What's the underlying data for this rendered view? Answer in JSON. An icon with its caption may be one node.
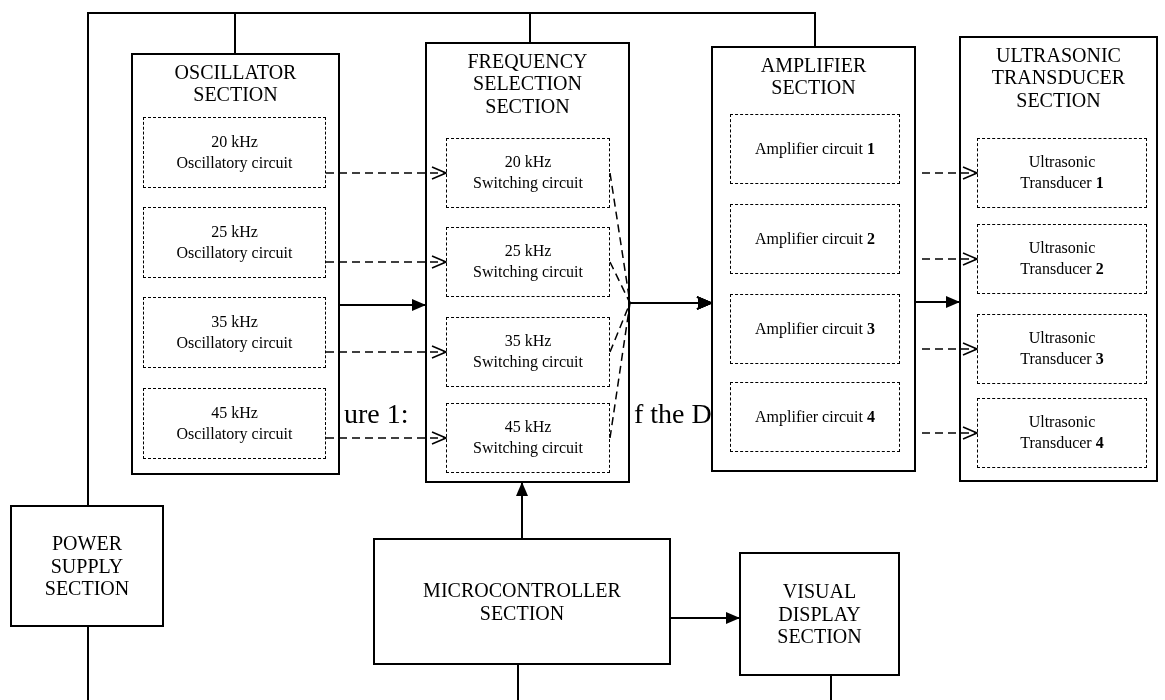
{
  "diagram": {
    "nodes": [
      {
        "text": [
          "OSCILLATOR SECTION"
        ]
      },
      {
        "text": [
          "20 kHz",
          "Oscillatory circuit"
        ],
        "in": 0
      },
      {
        "text": [
          "25 kHz",
          "Oscillatory circuit"
        ],
        "in": 0
      },
      {
        "text": [
          "35 kHz",
          "Oscillatory circuit"
        ],
        "in": 0
      },
      {
        "text": [
          "45 kHz",
          "Oscillatory circuit"
        ],
        "in": 0
      },
      {
        "text": [
          "FREQUENCY SELECTION SECTION"
        ]
      },
      {
        "text": [
          "20 kHz",
          "Switching circuit"
        ],
        "in": 5
      },
      {
        "text": [
          "25 kHz",
          "Switching circuit"
        ],
        "in": 5
      },
      {
        "text": [
          "35 kHz",
          "Switching circuit"
        ],
        "in": 5
      },
      {
        "text": [
          "45 kHz",
          "Switching circuit"
        ],
        "in": 5
      },
      {
        "text": [
          "AMPLIFIER SECTION"
        ]
      },
      {
        "text": [
          "Amplifier circuit **1**"
        ],
        "in": 10
      },
      {
        "text": [
          "Amplifier circuit **2**"
        ],
        "in": 10
      },
      {
        "text": [
          "Amplifier circuit **3**"
        ],
        "in": 10
      },
      {
        "text": [
          "Amplifier circuit **4**"
        ],
        "in": 10
      },
      {
        "text": [
          "ULTRASONIC TRANSDUCER SECTION"
        ]
      },
      {
        "text": [
          "Ultrasonic Transducer **1**"
        ],
        "in": 15
      },
      {
        "text": [
          "Ultrasonic Transducer **2**"
        ],
        "in": 15
      },
      {
        "text": [
          "Ultrasonic Transducer **3**"
        ],
        "in": 15
      },
      {
        "text": [
          "Ultrasonic Transducer **4**"
        ],
        "in": 15
      },
      {
        "text": [
          "POWER SUPPLY SECTION"
        ]
      },
      {
        "text": [
          "MICROCONTROLLER SECTION"
        ]
      },
      {
        "text": [
          "VISUAL DISPLAY SECTION"
        ]
      }
    ],
    "edges": [
      {
        "from": 20,
        "to": 0,
        "arrow": "none"
      },
      {
        "from": 20,
        "to": 5,
        "arrow": "none"
      },
      {
        "from": 20,
        "to": 10,
        "arrow": "none"
      },
      {
        "from": 1,
        "to": 6,
        "arrow": "to",
        "style": "dashed"
      },
      {
        "from": 2,
        "to": 7,
        "arrow": "to",
        "style": "dashed"
      },
      {
        "from": 3,
        "to": 8,
        "arrow": "to",
        "style": "dashed"
      },
      {
        "from": 4,
        "to": 9,
        "arrow": "to",
        "style": "dashed"
      },
      {
        "from": 0,
        "to": 5,
        "arrow": "to"
      },
      {
        "from": 6,
        "to": 10,
        "arrow": "to",
        "style": "dashed"
      },
      {
        "from": 7,
        "to": 10,
        "arrow": "to",
        "style": "dashed"
      },
      {
        "from": 8,
        "to": 10,
        "arrow": "to",
        "style": "dashed"
      },
      {
        "from": 9,
        "to": 10,
        "arrow": "to",
        "style": "dashed"
      },
      {
        "from": 10,
        "to": 15,
        "arrow": "to"
      },
      {
        "from": 11,
        "to": 16,
        "arrow": "to",
        "style": "dashed"
      },
      {
        "from": 12,
        "to": 17,
        "arrow": "to",
        "style": "dashed"
      },
      {
        "from": 13,
        "to": 18,
        "arrow": "to",
        "style": "dashed"
      },
      {
        "from": 14,
        "to": 19,
        "arrow": "to",
        "style": "dashed"
      },
      {
        "from": 21,
        "to": 5,
        "arrow": "to"
      },
      {
        "from": 21,
        "to": 22,
        "arrow": "to"
      },
      {
        "from": 20,
        "to": null,
        "arrow": "none"
      },
      {
        "from": 21,
        "to": null,
        "arrow": "none"
      },
      {
        "from": 22,
        "to": null,
        "arrow": "none"
      }
    ],
    "labels": [
      "ure 1:",
      "f the D"
    ]
  }
}
